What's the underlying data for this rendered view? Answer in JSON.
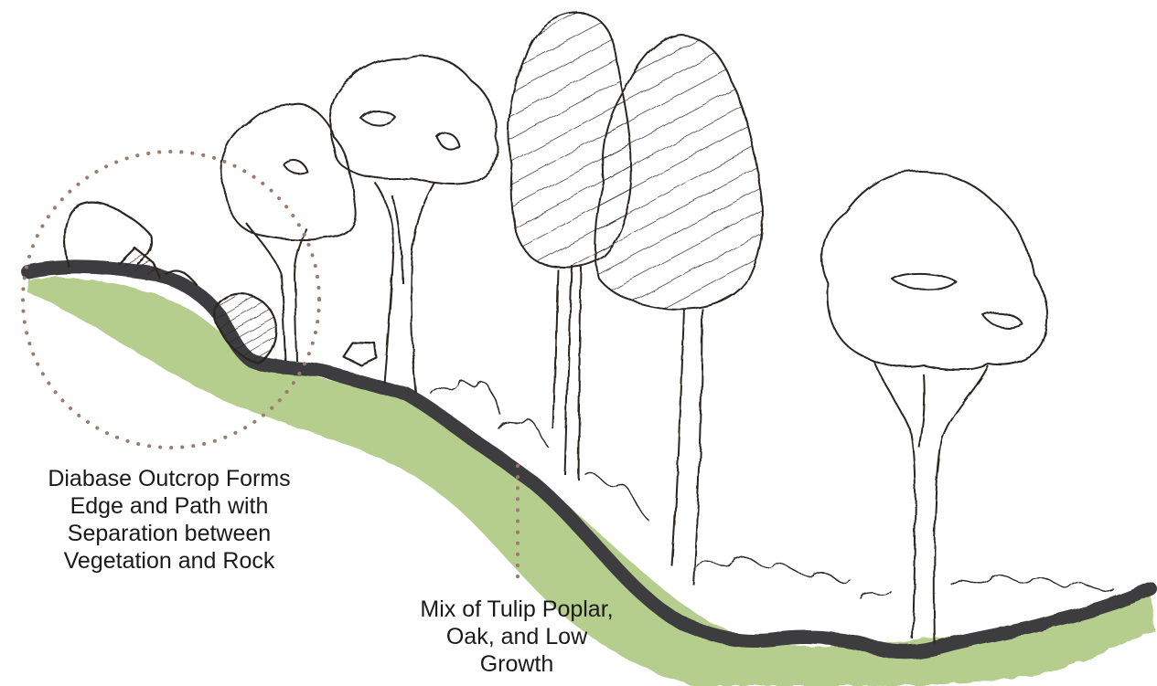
{
  "colors": {
    "ground_green": "#a9c67a",
    "ground_dark": "#3d3d40",
    "ink": "#2a2522",
    "callout_dots": "#9b7b6b"
  },
  "icons": [
    "hatched-tree-icon",
    "canopy-tree-icon",
    "rock-outcrop-icon"
  ],
  "annotations": {
    "outcrop": {
      "lines": [
        "Diabase Outcrop Forms",
        "Edge and Path with",
        "Separation between",
        "Vegetation and Rock"
      ]
    },
    "mix": {
      "lines": [
        "Mix of Tulip Poplar,",
        "Oak, and Low",
        "Growth"
      ]
    }
  }
}
